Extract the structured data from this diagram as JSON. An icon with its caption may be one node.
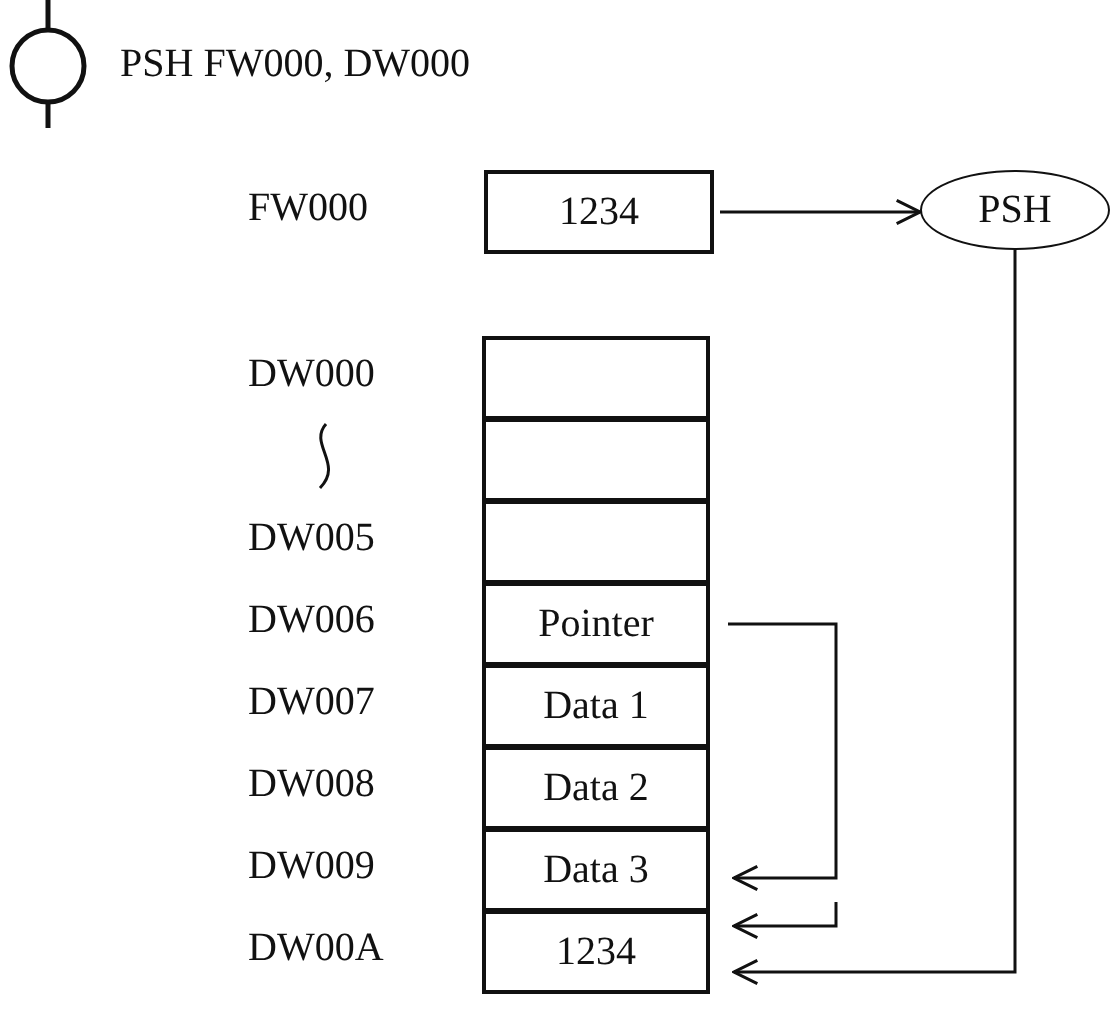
{
  "diagram": {
    "nodes": [
      {
        "text": [
          "1234"
        ],
        "beside": [
          "FW000"
        ]
      },
      {
        "text": [
          "PSH"
        ]
      },
      {
        "text": [],
        "shape": "box",
        "beside": [
          "DW000"
        ]
      },
      {
        "text": [],
        "shape": "box"
      },
      {
        "text": [],
        "shape": "box",
        "beside": [
          "DW005"
        ]
      },
      {
        "text": [
          "Pointer"
        ],
        "beside": [
          "DW006"
        ]
      },
      {
        "text": [
          "Data 1"
        ],
        "beside": [
          "DW007"
        ]
      },
      {
        "text": [
          "Data 2"
        ],
        "beside": [
          "DW008"
        ]
      },
      {
        "text": [
          "Data 3"
        ],
        "beside": [
          "DW009"
        ]
      },
      {
        "text": [
          "1234"
        ],
        "beside": [
          "DW00A"
        ]
      }
    ],
    "edges": [
      {
        "from": 0,
        "to": 1,
        "arrow": "to"
      },
      {
        "from": 1,
        "to": 9,
        "arrow": "to"
      },
      {
        "from": 5,
        "to": 8,
        "arrow": "to"
      },
      {
        "from": null,
        "to": 9,
        "arrow": "to"
      }
    ],
    "labels": [
      "PSH FW000, DW000"
    ]
  }
}
